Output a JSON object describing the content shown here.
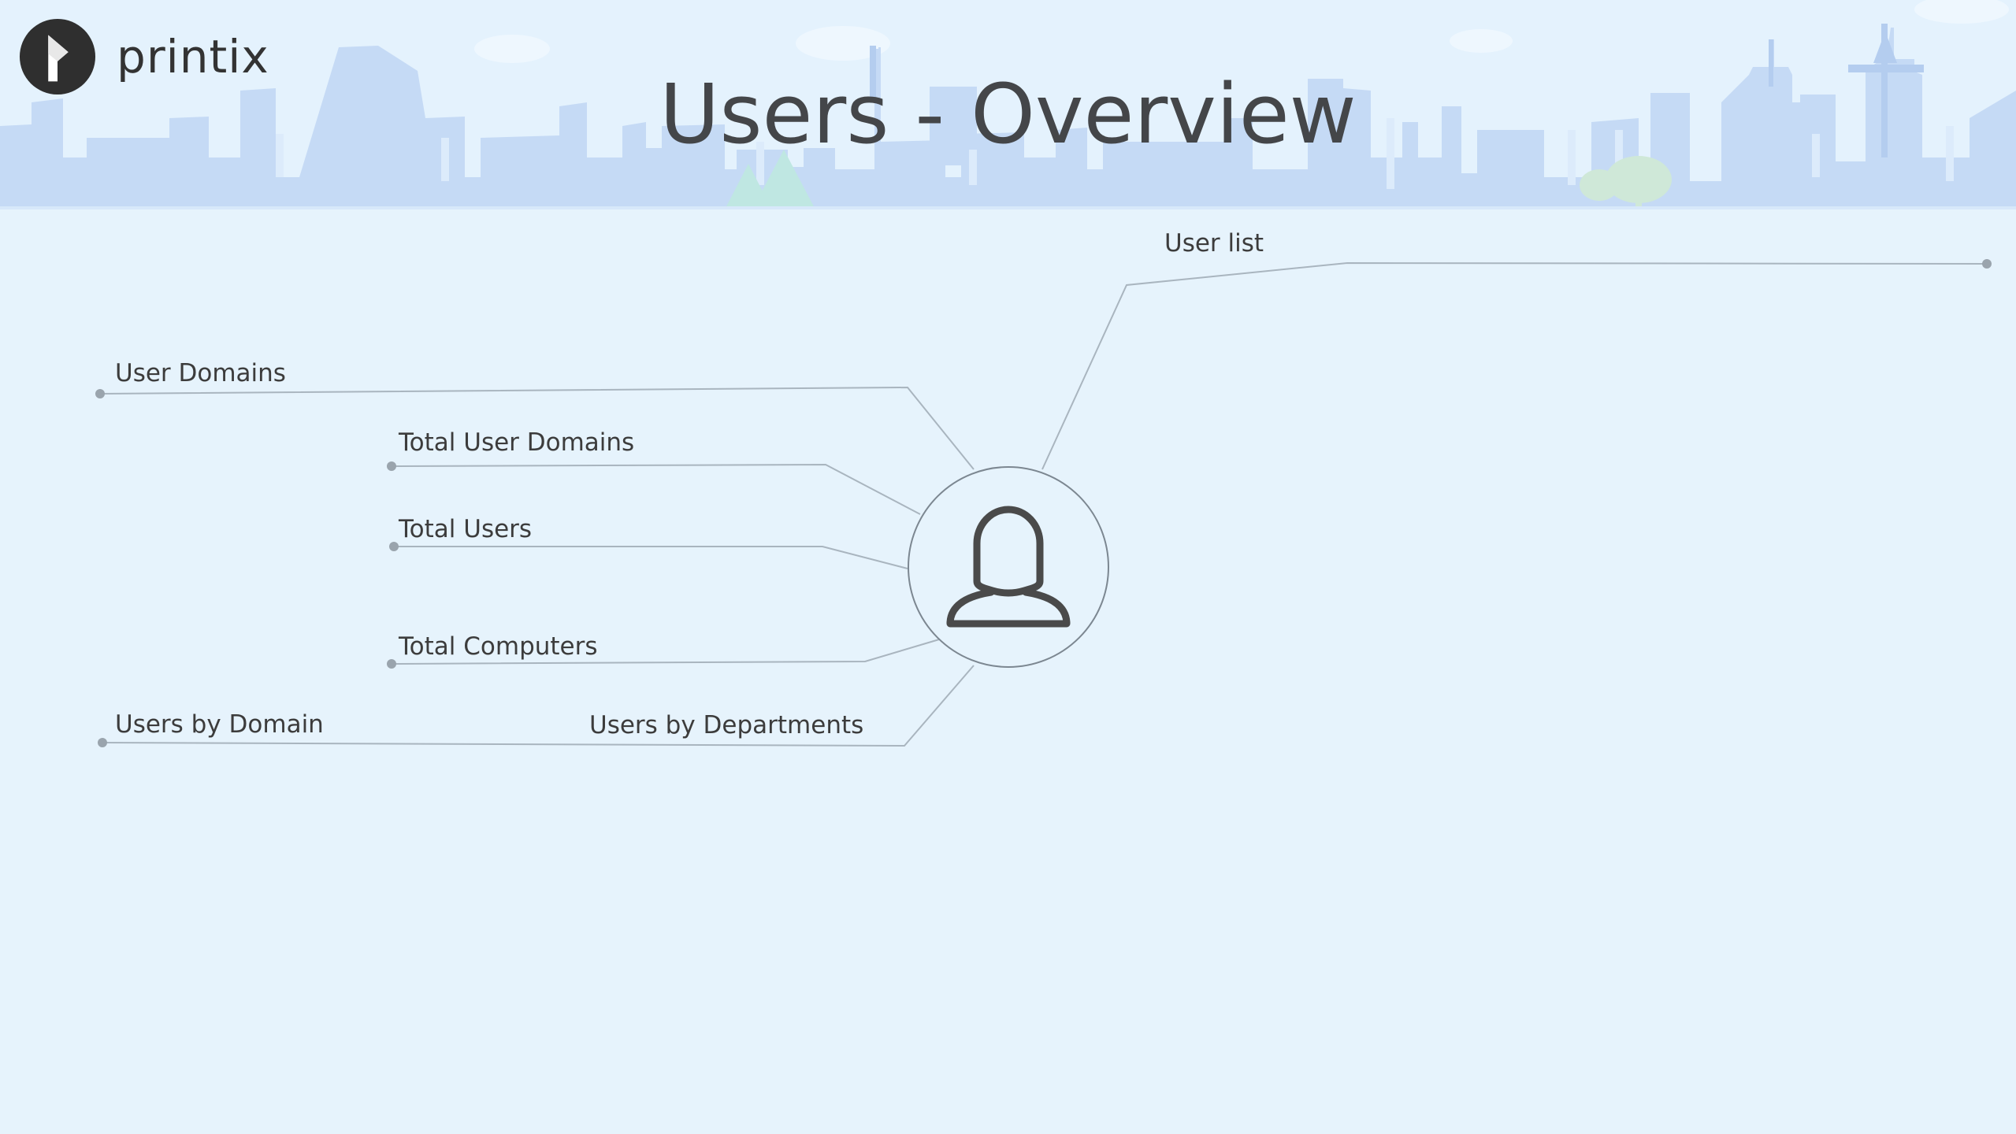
{
  "brand": {
    "name": "printix",
    "logo_icon": "printix-logo-icon"
  },
  "title": "Users - Overview",
  "hub": {
    "icon": "user-icon"
  },
  "branches": {
    "user_list": "User list",
    "user_domains": "User Domains",
    "total_user_domains": "Total User Domains",
    "total_users": "Total Users",
    "total_computers": "Total Computers",
    "users_by_domain": "Users by Domain",
    "users_by_departments": "Users by Departments"
  },
  "colors": {
    "background": "#e6f3fc",
    "skyline": "#c5daf5",
    "connector": "#a9b5bf",
    "connector_dot": "#9aa4ad",
    "text": "#3c3c3c",
    "title": "#444649",
    "logo": "#2f2f2f"
  }
}
